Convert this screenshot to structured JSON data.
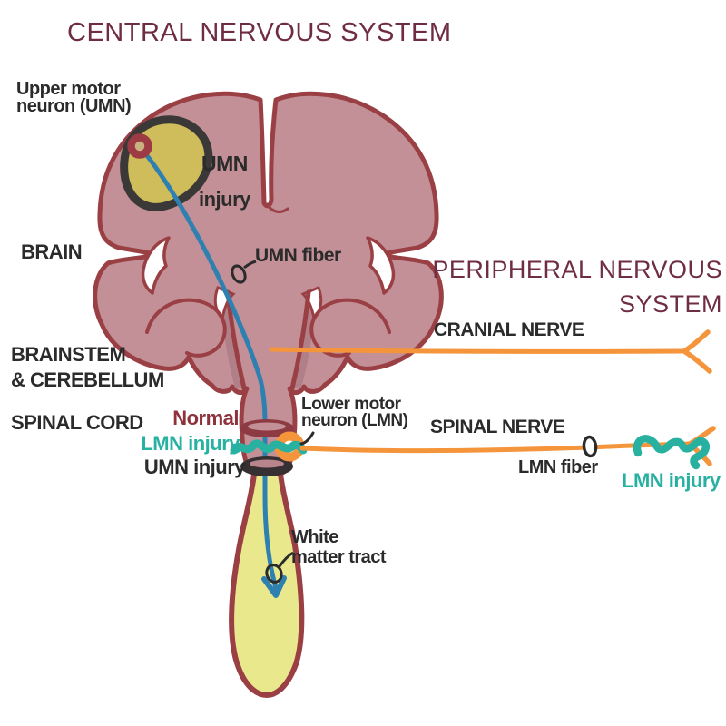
{
  "headings": {
    "central_nervous_system": "CENTRAL NERVOUS SYSTEM",
    "peripheral_line1": "PERIPHERAL NERVOUS",
    "peripheral_line2": "SYSTEM"
  },
  "region_labels": {
    "brain": "BRAIN",
    "brainstem_line1": "BRAINSTEM",
    "brainstem_line2": "& CEREBELLUM",
    "spinal_cord": "SPINAL CORD",
    "cranial_nerve": "CRANIAL NERVE",
    "spinal_nerve": "SPINAL NERVE"
  },
  "annotations": {
    "upper_motor_line1": "Upper motor",
    "upper_motor_line2": "neuron (UMN)",
    "umn_injury_brain_line1": "UMN",
    "umn_injury_brain_line2": "injury",
    "umn_fiber": "UMN fiber",
    "lower_motor_line1": "Lower motor",
    "lower_motor_line2": "neuron (LMN)",
    "normal": "Normal",
    "lmn_injury_cord": "LMN injury",
    "umn_injury_cord": "UMN injury",
    "lmn_fiber": "LMN fiber",
    "lmn_injury_nerve": "LMN injury",
    "white_matter_line1": "White",
    "white_matter_line2": "matter tract"
  },
  "colors": {
    "heading_maroon": "#6f2d43",
    "ink_black": "#2b2b2b",
    "brain_fill": "#c29096",
    "brain_outline": "#9a4045",
    "brain_shadow": "#b17f88",
    "lesion_yellow": "#cfbc5a",
    "lesion_outline": "#3b3838",
    "neuron_soma_red": "#9c3b44",
    "umn_fiber_blue": "#2e80b0",
    "nerve_orange": "#f5953b",
    "injury_teal": "#28b1a1",
    "normal_label_red": "#8e333c",
    "white_matter_yellow": "#e9e88c",
    "umn_ring_dark": "#363032"
  }
}
